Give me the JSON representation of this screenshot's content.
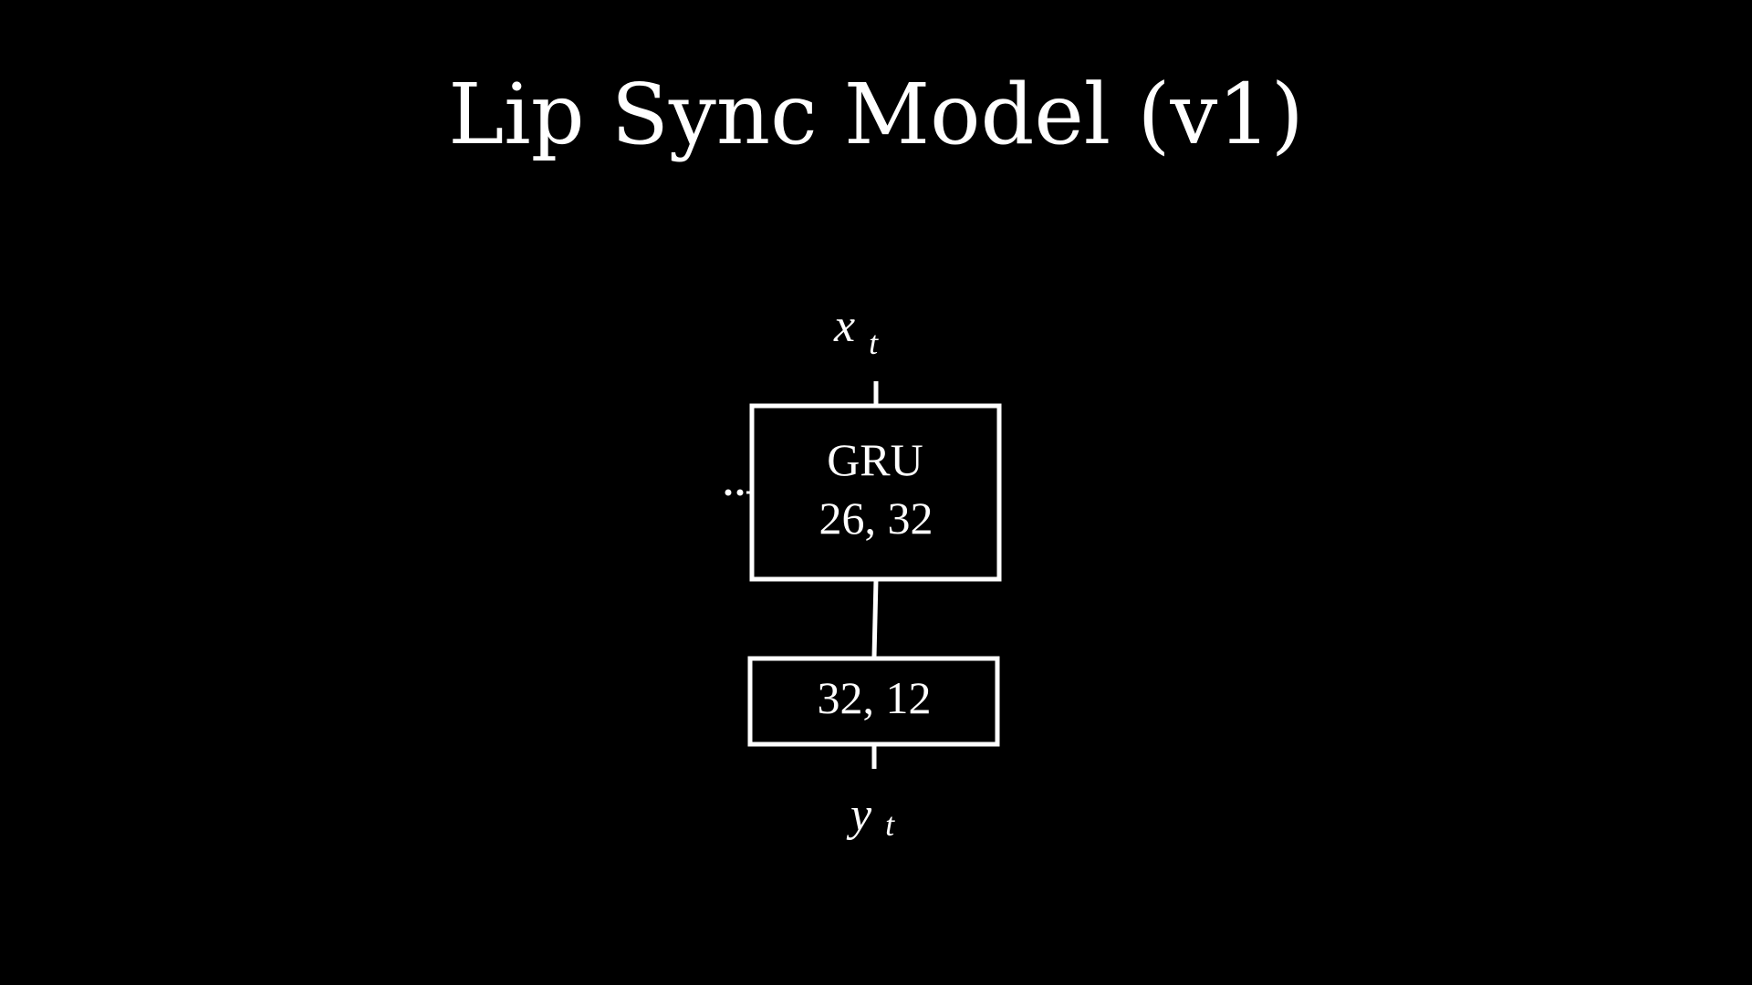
{
  "slide": {
    "title": "Lip Sync Model (v1)"
  },
  "diagram": {
    "input": {
      "symbol": "x",
      "subscript": "t"
    },
    "output": {
      "symbol": "y",
      "subscript": "t"
    },
    "gru_block": {
      "name": "GRU",
      "dims": "26, 32"
    },
    "linear_block": {
      "dims": "32, 12"
    },
    "recurrent_marker": "icon: recurrent-dots"
  },
  "colors": {
    "background": "#000000",
    "foreground": "#ffffff"
  }
}
